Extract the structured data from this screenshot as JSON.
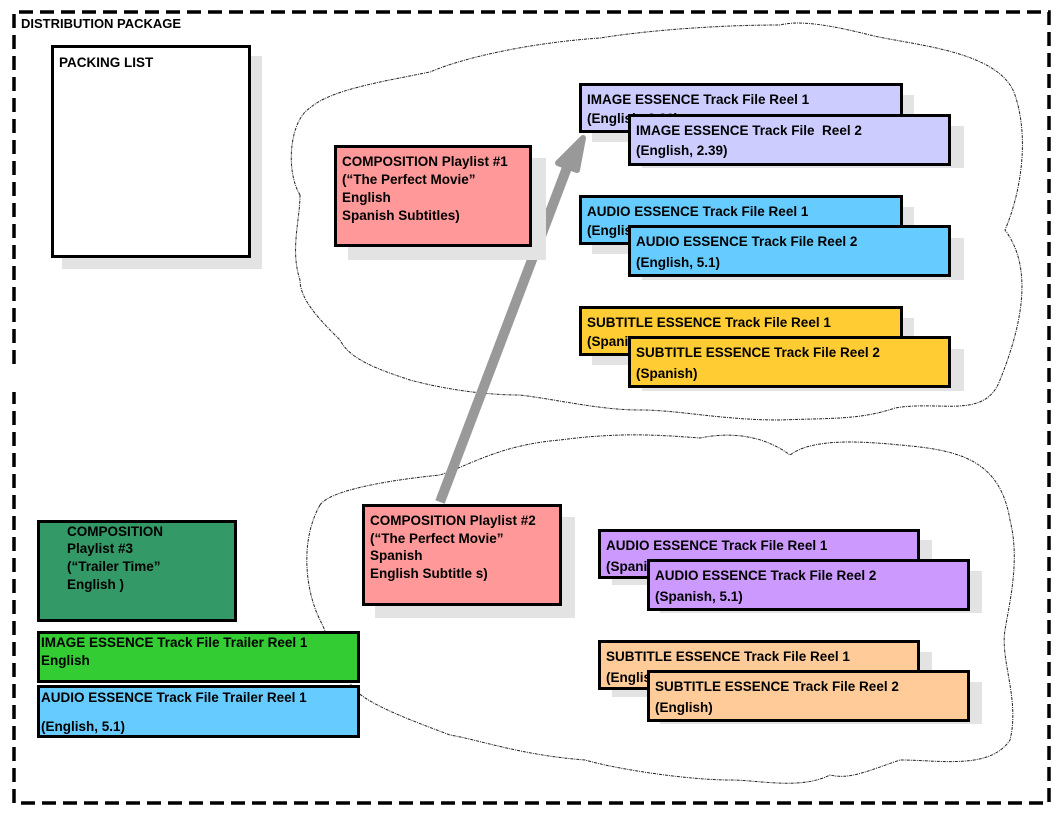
{
  "diagram": {
    "title": "DISTRIBUTION PACKAGE",
    "packing_list": {
      "label": "PACKING LIST"
    },
    "colors": {
      "composition": "#ff9999",
      "composition_trailer": "#339966",
      "image_essence": "#ccccff",
      "audio_essence": "#66ccff",
      "subtitle_essence_spanish": "#ffcc33",
      "audio_essence_spanish": "#cc99ff",
      "subtitle_essence_english": "#ffcc99",
      "image_essence_trailer": "#33cc33",
      "shadow": "#e3e3e3",
      "arrow": "#999999"
    },
    "composition_1": {
      "lines": [
        "COMPOSITION Playlist #1",
        "(“The Perfect Movie”",
        "English",
        "Spanish Subtitles)"
      ]
    },
    "composition_2": {
      "lines": [
        "COMPOSITION Playlist #2",
        "(“The Perfect Movie”",
        "Spanish",
        "English Subtitle s)"
      ]
    },
    "composition_3": {
      "lines": [
        "COMPOSITION",
        "Playlist #3",
        "(“Trailer Time”",
        "English )"
      ]
    },
    "group_1": {
      "image_reel_1": {
        "title": "IMAGE ESSENCE Track File Reel 1",
        "sub": "(English, 2.39)"
      },
      "image_reel_2": {
        "title": "IMAGE ESSENCE Track File  Reel 2",
        "sub": "(English, 2.39)"
      },
      "audio_reel_1": {
        "title": "AUDIO ESSENCE Track File Reel 1",
        "sub": "(English, 5.1)"
      },
      "audio_reel_2": {
        "title": "AUDIO ESSENCE Track File Reel 2",
        "sub": "(English, 5.1)"
      },
      "subtitle_reel_1": {
        "title": "SUBTITLE ESSENCE Track File Reel 1",
        "sub": "(Spanish)"
      },
      "subtitle_reel_2": {
        "title": "SUBTITLE ESSENCE Track File Reel 2",
        "sub": "(Spanish)"
      }
    },
    "group_2": {
      "audio_reel_1": {
        "title": "AUDIO ESSENCE Track File Reel 1",
        "sub": "(Spanish, 5.1)"
      },
      "audio_reel_2": {
        "title": "AUDIO ESSENCE Track File Reel 2",
        "sub": "(Spanish, 5.1)"
      },
      "subtitle_reel_1": {
        "title": "SUBTITLE ESSENCE Track File Reel 1",
        "sub": "(English)"
      },
      "subtitle_reel_2": {
        "title": "SUBTITLE ESSENCE Track File Reel 2",
        "sub": "(English)"
      }
    },
    "trailer": {
      "image_reel_1": {
        "title": "IMAGE ESSENCE Track File Trailer Reel 1",
        "sub": "English"
      },
      "audio_reel_1": {
        "title": "AUDIO ESSENCE Track File Trailer Reel 1",
        "sub": "(English, 5.1)"
      }
    },
    "arrow": {
      "from": "composition_2",
      "to": "group_1.image_reel_1"
    }
  }
}
